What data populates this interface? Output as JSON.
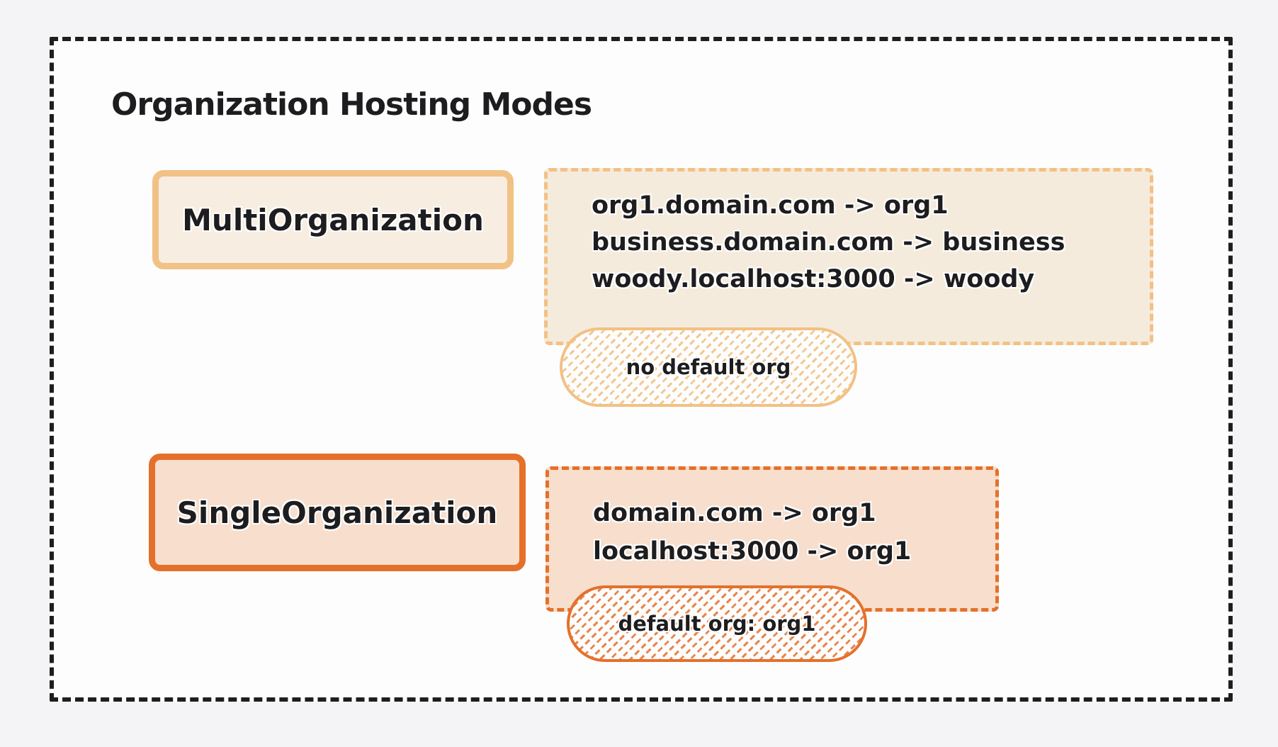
{
  "title": "Organization Hosting Modes",
  "colors": {
    "frame_border": "#1e1e1e",
    "canvas_background": "#f4f4f6",
    "frame_background": "#fdfdfe",
    "light_accent": "#f2c185",
    "light_fill": "#f7eee1",
    "dark_accent": "#e5702a",
    "dark_fill": "#f7decd",
    "text": "#1d1d1f"
  },
  "modes": [
    {
      "label": "MultiOrganization",
      "mappings": [
        "org1.domain.com -> org1",
        "business.domain.com -> business",
        "woody.localhost:3000 -> woody"
      ],
      "badge": "no default org"
    },
    {
      "label": "SingleOrganization",
      "mappings": [
        "domain.com -> org1",
        "localhost:3000 -> org1"
      ],
      "badge": "default org: org1"
    }
  ]
}
